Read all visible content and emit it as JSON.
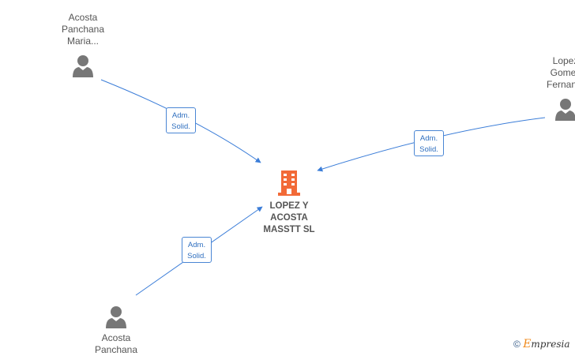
{
  "company": {
    "name_lines": [
      "LOPEZ Y",
      "ACOSTA",
      "MASSTT  SL"
    ],
    "icon": "building-icon",
    "color": "#f26a37"
  },
  "persons": [
    {
      "id": "p1",
      "name_lines": [
        "Acosta",
        "Panchana",
        "Maria..."
      ],
      "icon": "person-icon"
    },
    {
      "id": "p2",
      "name_lines": [
        "Lopez",
        "Gomez",
        "Fernan..."
      ],
      "icon": "person-icon"
    },
    {
      "id": "p3",
      "name_lines": [
        "Acosta",
        "Panchana"
      ],
      "icon": "person-icon"
    }
  ],
  "relations": [
    {
      "from": "p1",
      "line1": "Adm.",
      "line2": "Solid."
    },
    {
      "from": "p2",
      "line1": "Adm.",
      "line2": "Solid."
    },
    {
      "from": "p3",
      "line1": "Adm.",
      "line2": "Solid."
    }
  ],
  "footer": {
    "copyright_symbol": "©",
    "brand_first": "E",
    "brand_rest": "mpresia"
  },
  "colors": {
    "edge": "#3b7dd8",
    "person_icon": "#777777",
    "label": "#555555"
  }
}
